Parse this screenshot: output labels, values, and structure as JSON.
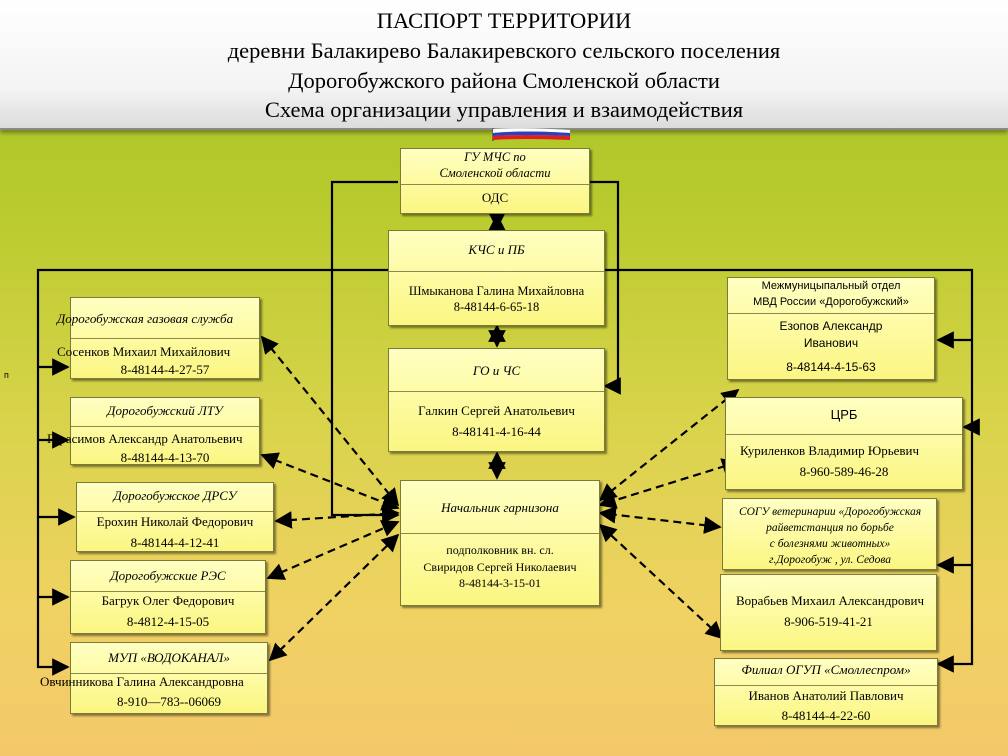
{
  "header": {
    "line1": "ПАСПОРТ ТЕРРИТОРИИ",
    "line2": "деревни Балакирево Балакиревского сельского поселения",
    "line3": "Дорогобужского района Смоленской области",
    "line4": "Схема организации управления и взаимодействия"
  },
  "colors": {
    "flag_white": "#ffffff",
    "flag_blue": "#2a3fc8",
    "flag_red": "#e02020",
    "box_fill": "#fbf682",
    "wire": "#000000"
  },
  "center": {
    "mchs": {
      "title_line1": "ГУ  МЧС по",
      "title_line2": "Смоленской области",
      "sub": "ОДС"
    },
    "kchs": {
      "title": "КЧС и ПБ",
      "name": "Шмыканова Галина Михайловна",
      "phone": "8-48144-6-65-18"
    },
    "gochs": {
      "title": "ГО и ЧС",
      "name": "Галкин Сергей Анатольевич",
      "phone": "8-48141-4-16-44"
    },
    "garrison": {
      "title": "Начальник гарнизона",
      "rank": "подполковник вн. сл.",
      "name": "Свиридов Сергей Николаевич",
      "phone": "8-48144-3-15-01"
    }
  },
  "left": [
    {
      "title": "Дорогобужская газовая служба",
      "name": "Сосенков Михаил Михайлович",
      "phone": "8-48144-4-27-57"
    },
    {
      "title": "Дорогобужский ЛТУ",
      "name": "Герасимов Александр Анатольевич",
      "phone": "8-48144-4-13-70"
    },
    {
      "title": "Дорогобужское ДРСУ",
      "name": "Ерохин Николай Федорович",
      "phone": "8-48144-4-12-41"
    },
    {
      "title": "Дорогобужские РЭС",
      "name": "Багрук Олег Федорович",
      "phone": "8-4812-4-15-05"
    },
    {
      "title": "МУП «ВОДОКАНАЛ»",
      "name": "Овчинникова Галина Александровна",
      "phone": "8-910—783--06069"
    }
  ],
  "right": [
    {
      "title_line1": "Межмуницыпальный отдел",
      "title_line2": "МВД России «Дорогобужский»",
      "name_line1": "Езопов Александр",
      "name_line2": "Иванович",
      "phone": "8-48144-4-15-63"
    },
    {
      "title": "ЦРБ",
      "name": "Куриленков Владимир Юрьевич",
      "phone": "8-960-589-46-28"
    },
    {
      "title_line1": "СОГУ ветеринарии «Дорогобужская",
      "title_line2": "райветстанция по борьбе",
      "title_line3": "с болезнями животных»",
      "title_line4": "г.Дорогобуж , ул. Седова",
      "name": "Ворабьев Михаил Александрович",
      "phone": "8-906-519-41-21"
    },
    {
      "title": "Филиал ОГУП «Смоллеспром»",
      "name": "Иванов Анатолий Павлович",
      "phone": "8-48144-4-22-60"
    }
  ],
  "side_mark": "п"
}
